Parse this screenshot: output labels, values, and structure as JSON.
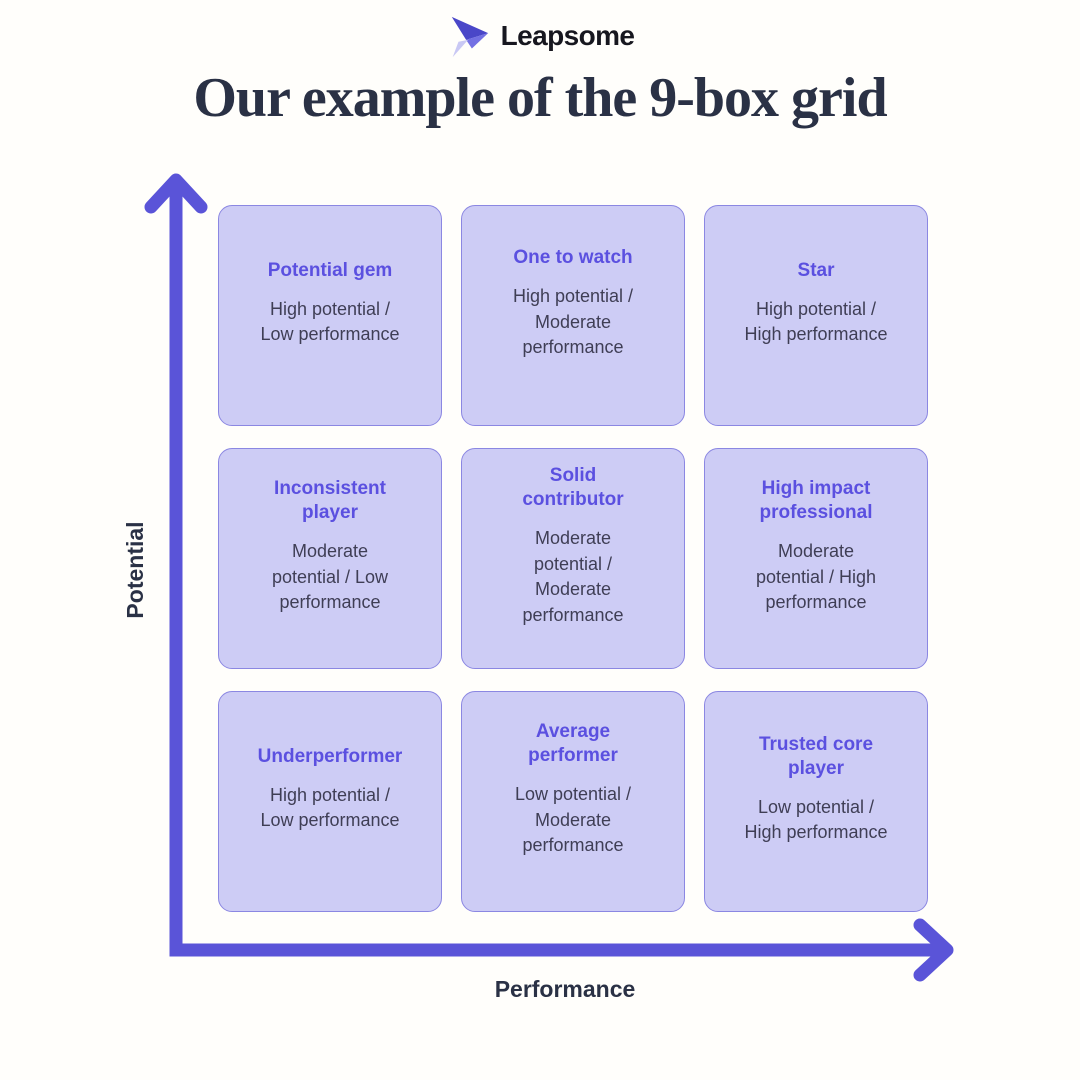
{
  "logo": {
    "wordmark": "Leapsome"
  },
  "title": "Our example of the 9-box grid",
  "axes": {
    "y_label": "Potential",
    "x_label": "Performance"
  },
  "boxes": [
    {
      "title": "Potential gem",
      "subtitle": "High potential /\nLow performance"
    },
    {
      "title": "One to watch",
      "subtitle": "High potential /\nModerate\nperformance"
    },
    {
      "title": "Star",
      "subtitle": "High potential /\nHigh performance"
    },
    {
      "title": "Inconsistent\nplayer",
      "subtitle": "Moderate\npotential / Low\nperformance"
    },
    {
      "title": "Solid\ncontributor",
      "subtitle": "Moderate\npotential /\nModerate\nperformance"
    },
    {
      "title": "High impact\nprofessional",
      "subtitle": "Moderate\npotential / High\nperformance"
    },
    {
      "title": "Underperformer",
      "subtitle": "High potential /\nLow performance"
    },
    {
      "title": "Average\nperformer",
      "subtitle": "Low potential /\nModerate\nperformance"
    },
    {
      "title": "Trusted core\nplayer",
      "subtitle": "Low potential /\nHigh performance"
    }
  ],
  "colors": {
    "accent": "#5a54d8",
    "box_fill": "#cdccf5",
    "box_border": "#8b87e2",
    "heading": "#5b50e0",
    "body_text": "#3f3e55",
    "title_text": "#2a3145",
    "wordmark": "#17171f",
    "background": "#fffefb"
  }
}
